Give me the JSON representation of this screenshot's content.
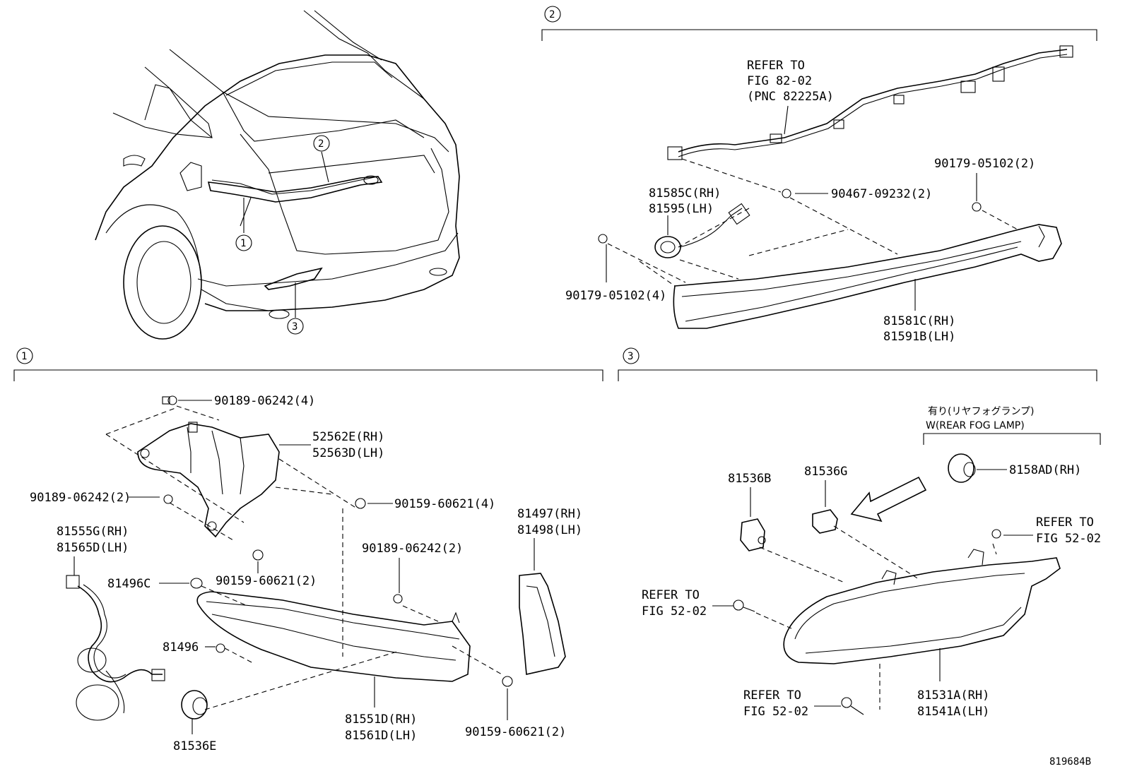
{
  "diagram_id": "819684B",
  "callouts": {
    "c1": "1",
    "c2": "2",
    "c3": "3"
  },
  "section2": {
    "refer_to_line1": "REFER TO",
    "refer_to_line2": "FIG 82-02",
    "refer_to_line3": "(PNC 82225A)",
    "part_90467": "90467-09232(2)",
    "part_90179_top": "90179-05102(2)",
    "part_81585c": "81585C(RH)",
    "part_81595": "81595(LH)",
    "part_90179_left": "90179-05102(4)",
    "part_81581c": "81581C(RH)",
    "part_81591b": "81591B(LH)"
  },
  "section1": {
    "part_90189_top": "90189-06242(4)",
    "part_52562e": "52562E(RH)",
    "part_52563d": "52563D(LH)",
    "part_90189_left": "90189-06242(2)",
    "part_90159_right": "90159-60621(4)",
    "part_81555g": "81555G(RH)",
    "part_81565d": "81565D(LH)",
    "part_81496c": "81496C",
    "part_90159_mid": "90159-60621(2)",
    "part_90189_mid": "90189-06242(2)",
    "part_81497": "81497(RH)",
    "part_81498": "81498(LH)",
    "part_81496": "81496",
    "part_81536e": "81536E",
    "part_81551d": "81551D(RH)",
    "part_81561d": "81561D(LH)",
    "part_90159_bottom": "90159-60621(2)"
  },
  "section3": {
    "jp_label": "有り(リヤフォグランプ)",
    "w_label": "W(REAR FOG LAMP)",
    "part_8158ad": "8158AD(RH)",
    "part_81536b": "81536B",
    "part_81536g": "81536G",
    "refer_right_1": "REFER TO",
    "refer_right_2": "FIG 52-02",
    "refer_left_1": "REFER TO",
    "refer_left_2": "FIG 52-02",
    "refer_bottom_1": "REFER TO",
    "refer_bottom_2": "FIG 52-02",
    "part_81531a": "81531A(RH)",
    "part_81541a": "81541A(LH)"
  }
}
